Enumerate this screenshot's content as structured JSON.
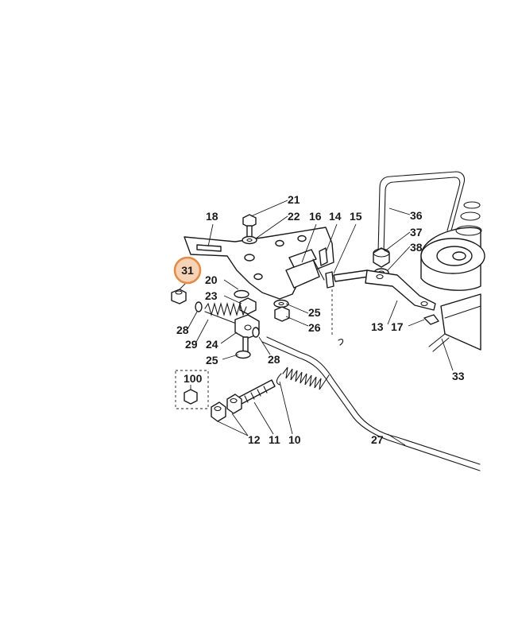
{
  "colors": {
    "highlight_fill": "#f6d2b6",
    "highlight_stroke": "#e68a46",
    "line": "#1a1a1a"
  },
  "highlighted_part": "31",
  "callouts": {
    "c10": "10",
    "c11": "11",
    "c12": "12",
    "c13": "13",
    "c14": "14",
    "c15": "15",
    "c16": "16",
    "c17": "17",
    "c18": "18",
    "c20": "20",
    "c21": "21",
    "c22": "22",
    "c23": "23",
    "c24": "24",
    "c25a": "25",
    "c25b": "25",
    "c26": "26",
    "c27": "27",
    "c28a": "28",
    "c28b": "28",
    "c29": "29",
    "c31": "31",
    "c33": "33",
    "c36": "36",
    "c37": "37",
    "c38": "38",
    "c100": "100"
  }
}
